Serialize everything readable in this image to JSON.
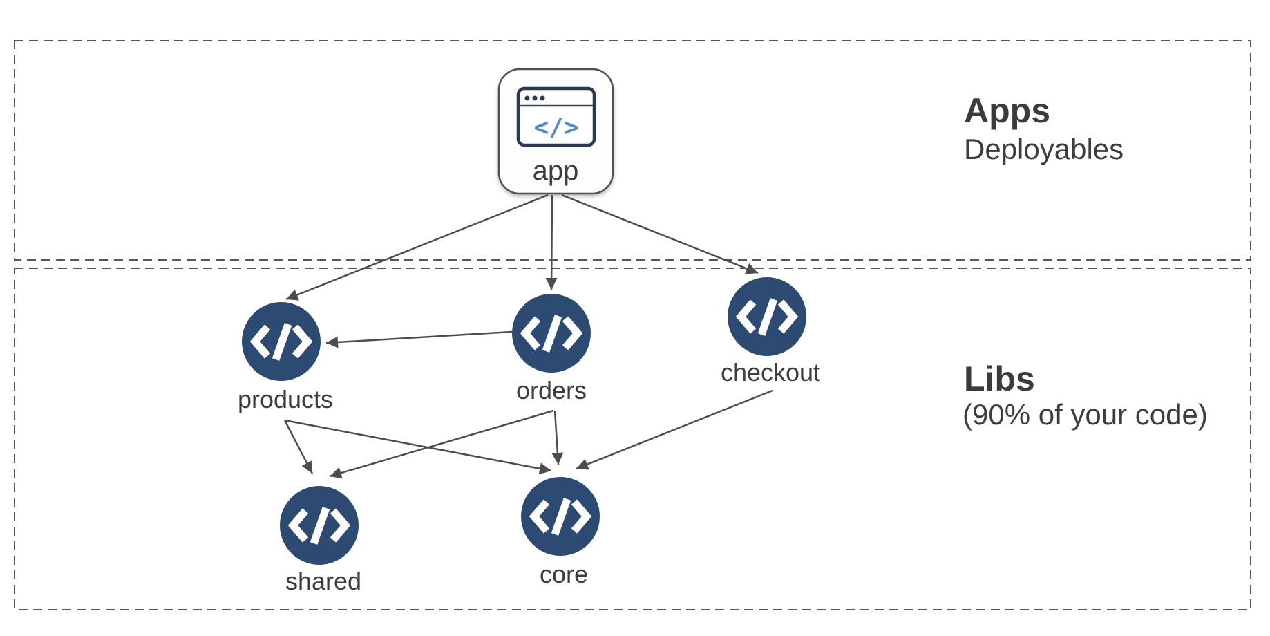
{
  "diagram": {
    "kind": "monorepo-dependency-graph",
    "sections": {
      "apps": {
        "title": "Apps",
        "subtitle": "Deployables"
      },
      "libs": {
        "title": "Libs",
        "subtitle": "(90% of your code)"
      }
    },
    "nodes": {
      "app": {
        "label": "app",
        "type": "application",
        "icon": "browser-code-icon",
        "code_glyph": "</>"
      },
      "products": {
        "label": "products",
        "type": "library",
        "icon": "code-icon"
      },
      "orders": {
        "label": "orders",
        "type": "library",
        "icon": "code-icon"
      },
      "checkout": {
        "label": "checkout",
        "type": "library",
        "icon": "code-icon"
      },
      "shared": {
        "label": "shared",
        "type": "library",
        "icon": "code-icon"
      },
      "core": {
        "label": "core",
        "type": "library",
        "icon": "code-icon"
      }
    },
    "edges": [
      {
        "from": "app",
        "to": "products"
      },
      {
        "from": "app",
        "to": "orders"
      },
      {
        "from": "app",
        "to": "checkout"
      },
      {
        "from": "orders",
        "to": "products"
      },
      {
        "from": "products",
        "to": "shared"
      },
      {
        "from": "products",
        "to": "core"
      },
      {
        "from": "orders",
        "to": "shared"
      },
      {
        "from": "orders",
        "to": "core"
      },
      {
        "from": "checkout",
        "to": "core"
      }
    ],
    "colors": {
      "background": "#ffffff",
      "lib_node_fill": "#2d4a72",
      "glyph_white": "#ffffff",
      "browser_code_blue": "#4e8ad0",
      "browser_frame_navy": "#2a3950",
      "arrow_gray": "#4d4d4d",
      "dash_gray": "#56565a",
      "text_dark": "#3d3d41"
    }
  }
}
